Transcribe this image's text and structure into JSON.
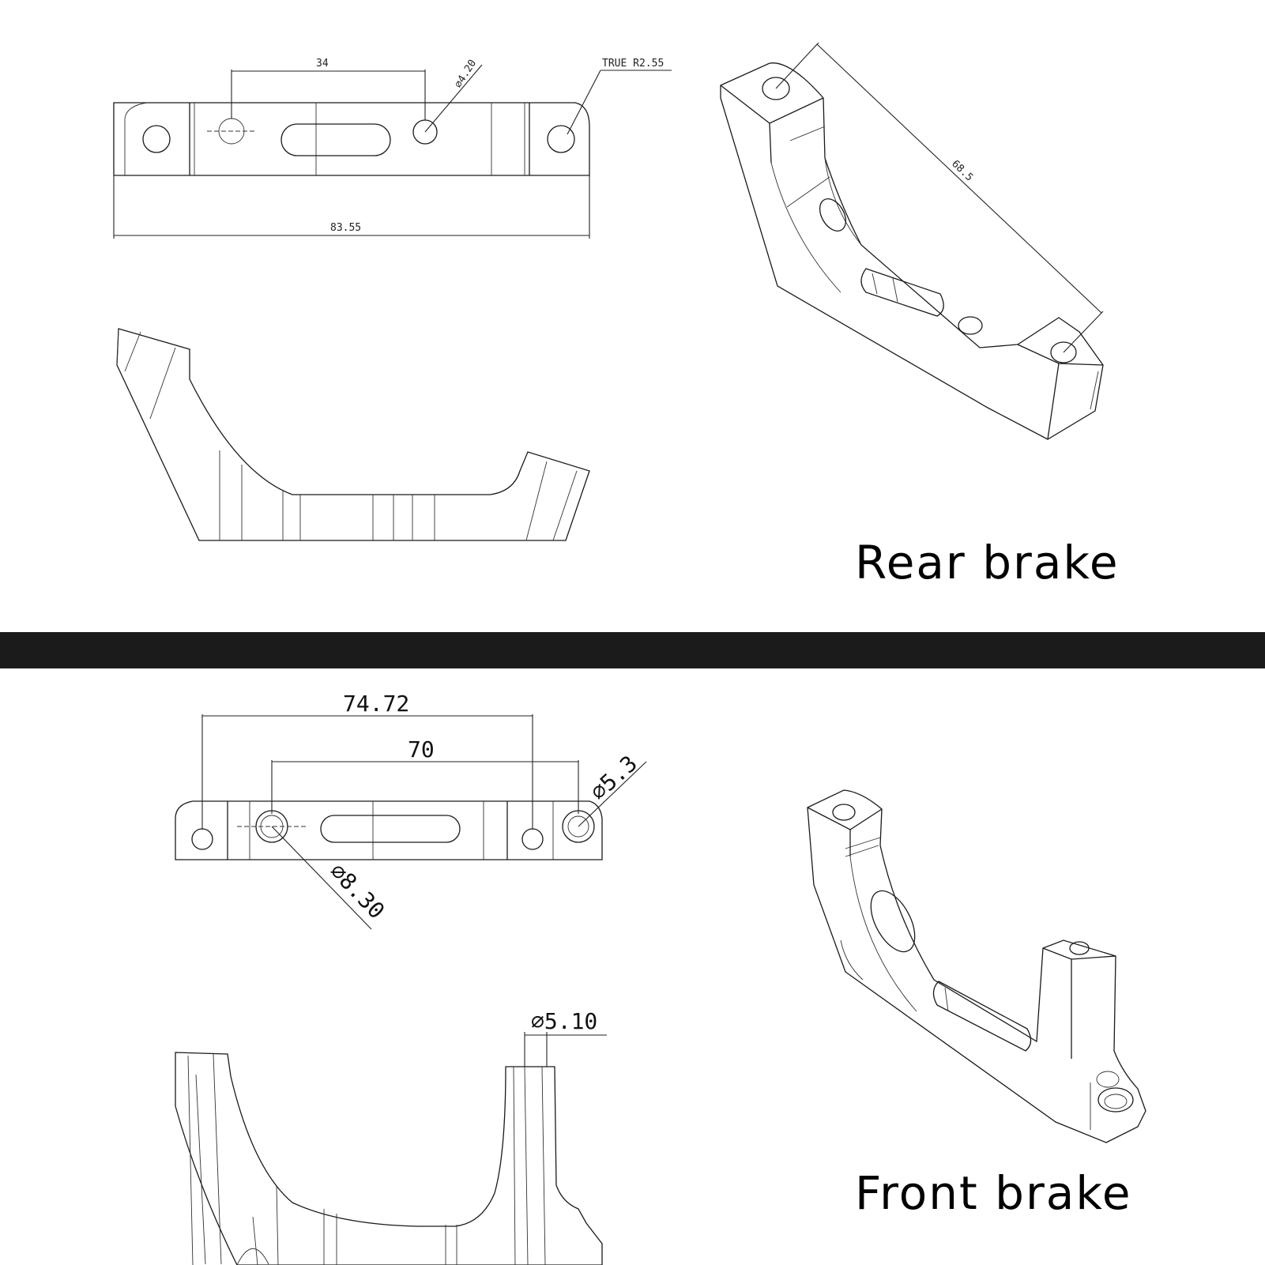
{
  "rear": {
    "caption": "Rear brake",
    "dims": {
      "pitch": "34",
      "hole": "⌀4.20",
      "radius": "TRUE R2.55",
      "length": "83.55",
      "diagonal": "68.5"
    }
  },
  "front": {
    "caption": "Front brake",
    "dims": {
      "outer": "74.72",
      "inner": "70",
      "hole_small": "⌀5.3",
      "hole_large": "⌀8.30",
      "pin": "⌀5.10"
    }
  },
  "colors": {
    "divider": "#1b1b1b",
    "line": "#1a1a1a"
  }
}
